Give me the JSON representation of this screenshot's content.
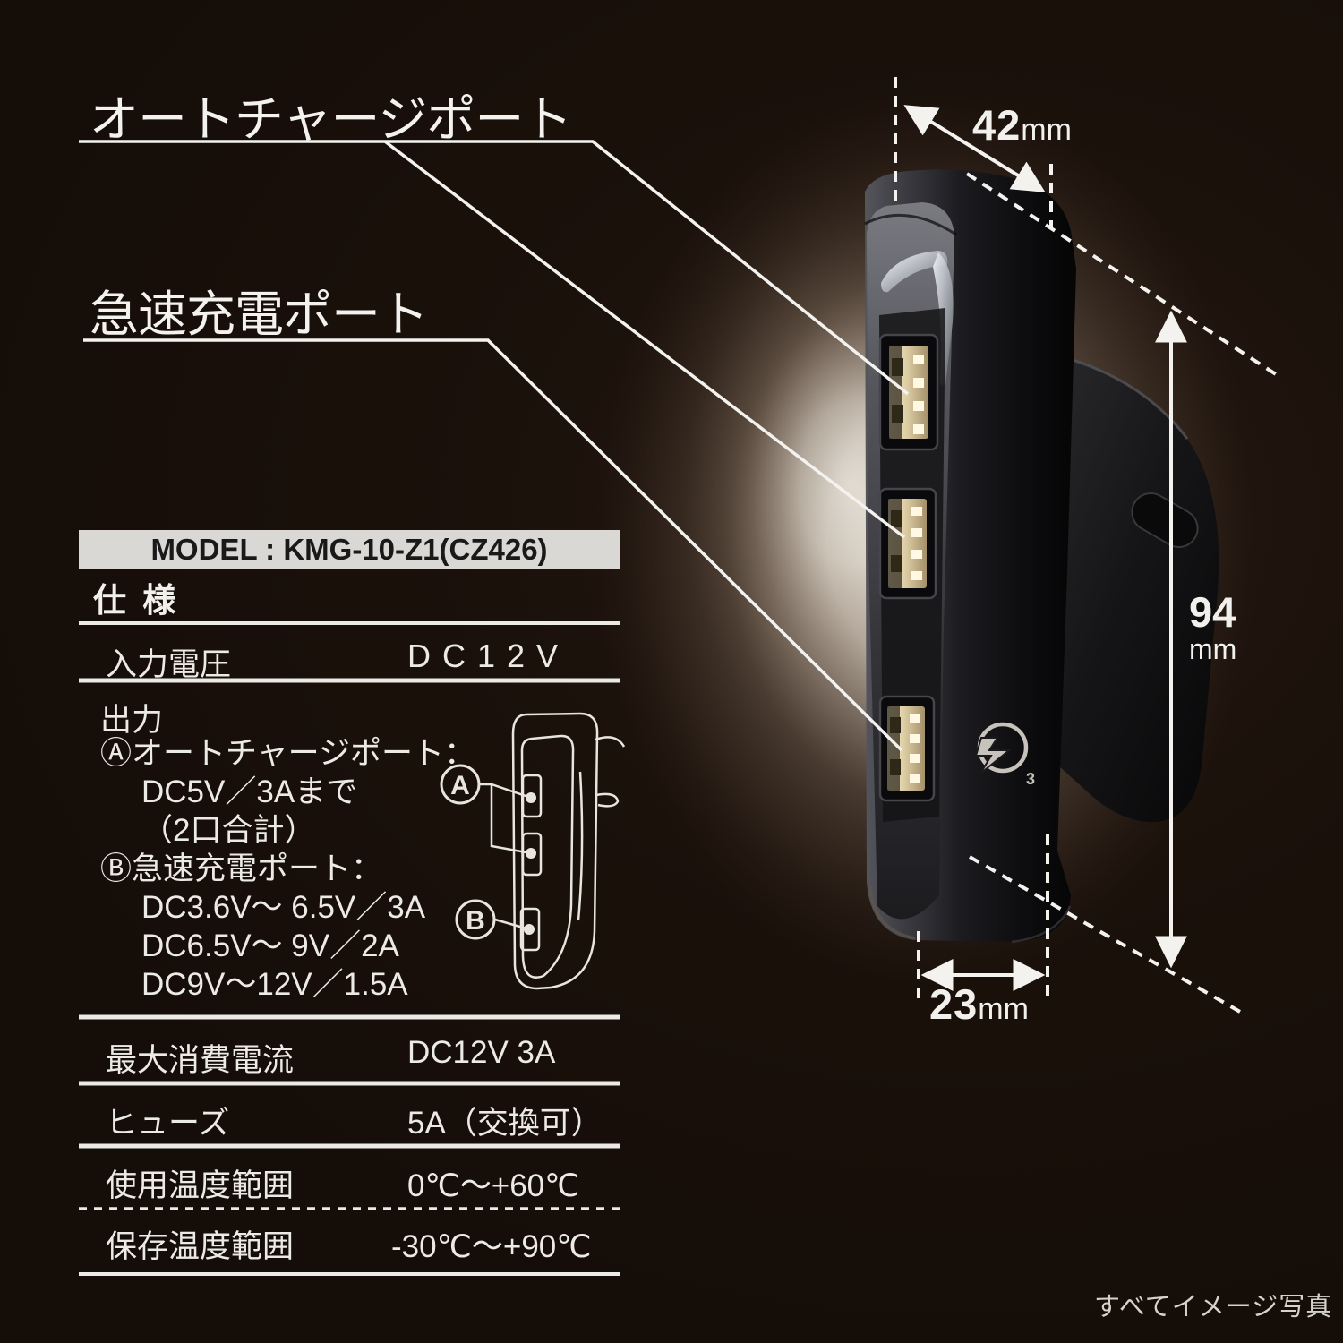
{
  "callouts": {
    "auto_charge_label": "オートチャージポート",
    "quick_charge_label": "急速充電ポート"
  },
  "dimensions": {
    "top_width": {
      "value": "42",
      "unit": "mm"
    },
    "height": {
      "value": "94",
      "unit": "mm"
    },
    "bottom_width": {
      "value": "23",
      "unit": "mm"
    }
  },
  "model_bar": {
    "text": "MODEL : KMG-10-Z1(CZ426)"
  },
  "spec_table": {
    "title": "仕 様",
    "input_row": {
      "label": "入力電圧",
      "value": "DC12V"
    },
    "output_block": {
      "label": "出力",
      "lines": [
        {
          "text": "Ⓐオートチャージポート："
        },
        {
          "text": "DC5V／3Aまで"
        },
        {
          "text": "（2口合計）"
        },
        {
          "text": "Ⓑ急速充電ポート："
        },
        {
          "text": "DC3.6V～ 6.5V／3A"
        },
        {
          "text": "DC6.5V～ 9V／2A"
        },
        {
          "text": "DC9V～12V／1.5A"
        }
      ]
    },
    "rows": [
      {
        "label": "最大消費電流",
        "value": "DC12V 3A"
      },
      {
        "label": "ヒューズ",
        "value": "5A（交換可）"
      },
      {
        "label": "使用温度範囲",
        "value": "0℃～+60℃"
      },
      {
        "label": "保存温度範囲",
        "value": "-30℃～+90℃"
      }
    ]
  },
  "diagram": {
    "port_a_label": "A",
    "port_b_label": "B"
  },
  "device": {
    "qc_badge": "3"
  },
  "footer": {
    "note": "すべてイメージ写真"
  },
  "colors": {
    "background": "#150d08",
    "text": "#f2f0ec",
    "line": "#f4f2ee",
    "model_bar_bg": "#d9d8d5",
    "usb_port": "#ddcda4"
  }
}
